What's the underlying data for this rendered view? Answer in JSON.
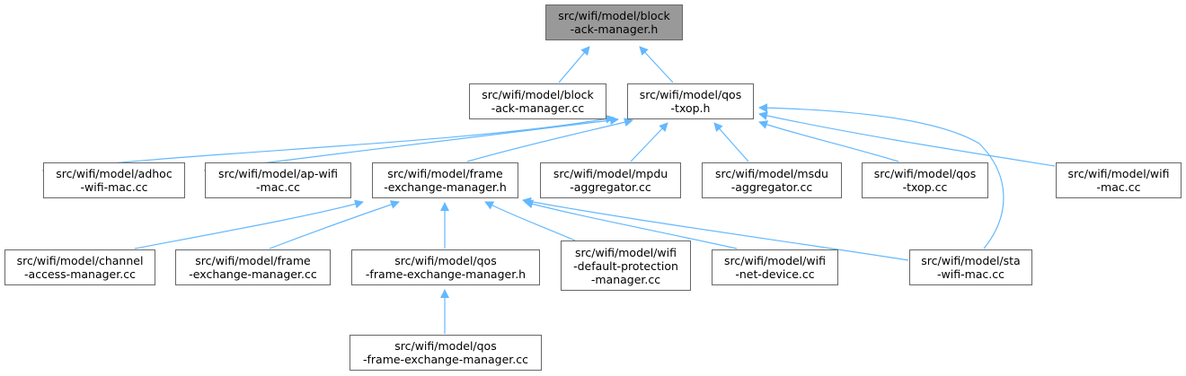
{
  "colors": {
    "edge": "#63b8ff",
    "node_border": "#666666",
    "node_fill": "#ffffff",
    "root_fill": "#999999",
    "text": "#000000"
  },
  "nodes": {
    "block_ack_manager_h": [
      "src/wifi/model/block",
      "-ack-manager.h"
    ],
    "block_ack_manager_cc": [
      "src/wifi/model/block",
      "-ack-manager.cc"
    ],
    "qos_txop_h": [
      "src/wifi/model/qos",
      "-txop.h"
    ],
    "adhoc_wifi_mac_cc": [
      "src/wifi/model/adhoc",
      "-wifi-mac.cc"
    ],
    "ap_wifi_mac_cc": [
      "src/wifi/model/ap-wifi",
      "-mac.cc"
    ],
    "frame_exchange_manager_h": [
      "src/wifi/model/frame",
      "-exchange-manager.h"
    ],
    "mpdu_aggregator_cc": [
      "src/wifi/model/mpdu",
      "-aggregator.cc"
    ],
    "msdu_aggregator_cc": [
      "src/wifi/model/msdu",
      "-aggregator.cc"
    ],
    "qos_txop_cc": [
      "src/wifi/model/qos",
      "-txop.cc"
    ],
    "wifi_mac_cc": [
      "src/wifi/model/wifi",
      "-mac.cc"
    ],
    "channel_access_manager_cc": [
      "src/wifi/model/channel",
      "-access-manager.cc"
    ],
    "frame_exchange_manager_cc": [
      "src/wifi/model/frame",
      "-exchange-manager.cc"
    ],
    "qos_frame_exchange_manager_h": [
      "src/wifi/model/qos",
      "-frame-exchange-manager.h"
    ],
    "wifi_default_protection_manager_cc": [
      "src/wifi/model/wifi",
      "-default-protection",
      "-manager.cc"
    ],
    "wifi_net_device_cc": [
      "src/wifi/model/wifi",
      "-net-device.cc"
    ],
    "sta_wifi_mac_cc": [
      "src/wifi/model/sta",
      "-wifi-mac.cc"
    ],
    "qos_frame_exchange_manager_cc": [
      "src/wifi/model/qos",
      "-frame-exchange-manager.cc"
    ]
  }
}
